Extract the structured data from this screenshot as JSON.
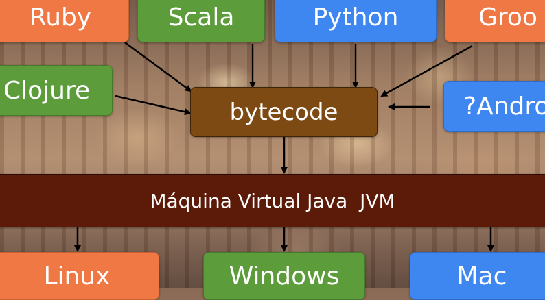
{
  "diagram": {
    "languages_top": [
      "Ruby",
      "Scala",
      "Python",
      "Groo"
    ],
    "languages_side": [
      "Clojure",
      "?Andro"
    ],
    "bytecode": "bytecode",
    "jvm": "Máquina Virtual Java  JVM",
    "platforms": [
      "Linux",
      "Windows",
      "Mac"
    ]
  },
  "colors": {
    "orange": "#f07844",
    "green": "#5c9c3a",
    "blue": "#3e86f0",
    "bytecode_brown": "#7c4a12",
    "jvm_maroon": "#5c1a08",
    "arrow": "#000000"
  }
}
